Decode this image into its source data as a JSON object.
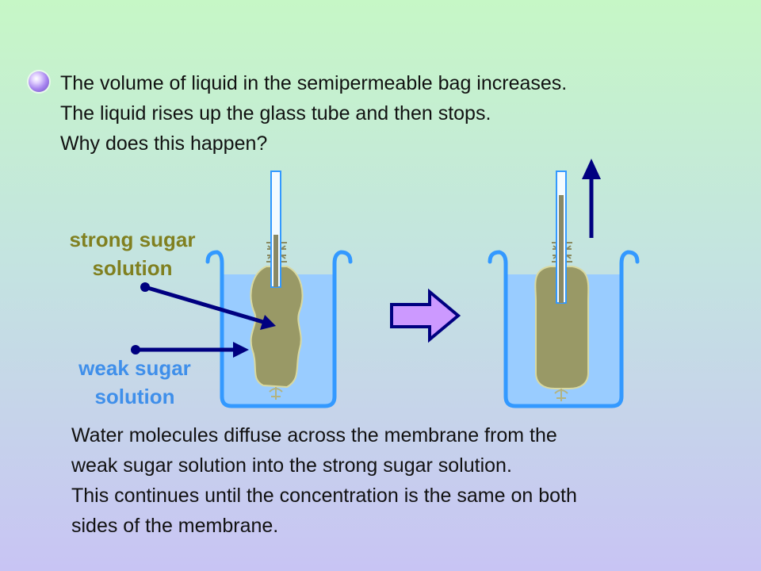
{
  "intro": {
    "line1": "The volume of liquid in the semipermeable bag increases.",
    "line2": "The liquid rises up the glass tube and then stops.",
    "line3": "Why does this happen?"
  },
  "labels": {
    "strong_line1": "strong sugar",
    "strong_line2": "solution",
    "weak_line1": "weak sugar",
    "weak_line2": "solution"
  },
  "explanation": {
    "line1": "Water molecules diffuse across the membrane from the",
    "line2": "weak sugar solution into the strong sugar solution.",
    "line3": "This continues until the concentration is the same on both",
    "line4": "sides of the membrane."
  },
  "colors": {
    "water": "#99ccff",
    "bag": "#999966",
    "beaker": "#3399ff",
    "arrow_dark": "#000080",
    "process_arrow_fill": "#cc99ff",
    "strong_label": "#808020",
    "weak_label": "#3f8fea"
  },
  "icons": {
    "bullet": "purple-sphere-bullet",
    "process_arrow": "right-block-arrow",
    "rise_arrow": "up-arrow"
  }
}
